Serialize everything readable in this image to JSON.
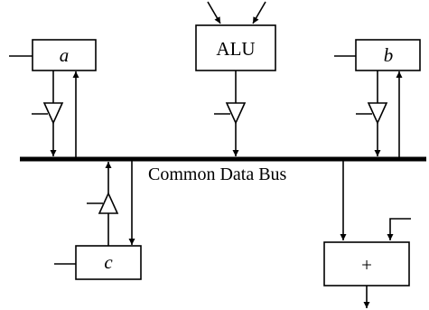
{
  "registers": {
    "a": "a",
    "b": "b",
    "c": "c"
  },
  "alu": {
    "label": "ALU"
  },
  "adder": {
    "label": "+"
  },
  "bus": {
    "label": "Common Data Bus"
  }
}
